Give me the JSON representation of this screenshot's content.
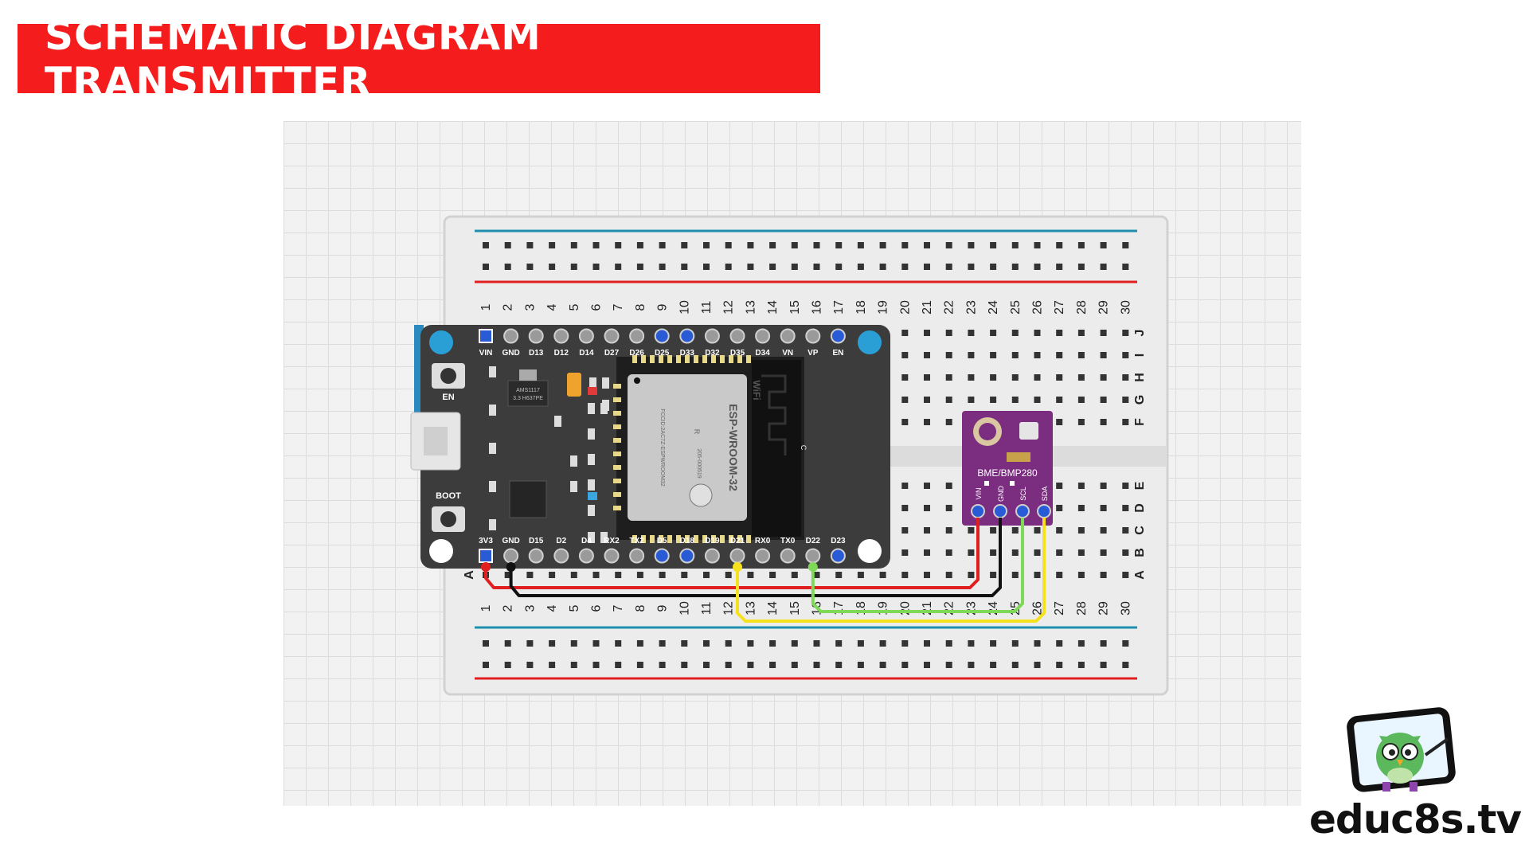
{
  "title": "SCHEMATIC DIAGRAM TRANSMITTER",
  "colors": {
    "banner": "#f41c1c",
    "rail_blue": "#1f8fb0",
    "rail_red": "#e02020",
    "board": "#3c3c3c",
    "sensor": "#7b2d80",
    "wire_red": "#e02020",
    "wire_black": "#111111",
    "wire_green": "#7ed957",
    "wire_yellow": "#f5e11e"
  },
  "breadboard": {
    "columns": [
      "1",
      "2",
      "3",
      "4",
      "5",
      "6",
      "7",
      "8",
      "9",
      "10",
      "11",
      "12",
      "13",
      "14",
      "15",
      "16",
      "17",
      "18",
      "19",
      "20",
      "21",
      "22",
      "23",
      "24",
      "25",
      "26",
      "27",
      "28",
      "29",
      "30"
    ],
    "rows_top": [
      "J",
      "I",
      "H",
      "G",
      "F"
    ],
    "rows_bottom": [
      "E",
      "D",
      "C",
      "B",
      "A"
    ],
    "row_a_left_label": "A"
  },
  "esp32": {
    "top_pins": [
      "VIN",
      "GND",
      "D13",
      "D12",
      "D14",
      "D27",
      "D26",
      "D25",
      "D33",
      "D32",
      "D35",
      "D34",
      "VN",
      "VP",
      "EN"
    ],
    "bottom_pins": [
      "3V3",
      "GND",
      "D15",
      "D2",
      "D4",
      "RX2",
      "TX2",
      "D5",
      "D18",
      "D19",
      "D21",
      "RX0",
      "TX0",
      "D22",
      "D23"
    ],
    "en_label": "EN",
    "boot_label": "BOOT",
    "module_label": "ESP-WROOM-32",
    "wifi_label": "WiFi",
    "regulator_label": "AMS1117 3.3 H637PE",
    "module_small_text": "FCCID:2AC7Z-ESPWROOM32",
    "module_cert_text": "205-000519",
    "module_r_text": "R",
    "module_c_text": "C"
  },
  "sensor": {
    "label": "BME/BMP280",
    "pins": [
      "VIN",
      "GND",
      "SCL",
      "SDA"
    ]
  },
  "logo_text": "educ8s.tv"
}
